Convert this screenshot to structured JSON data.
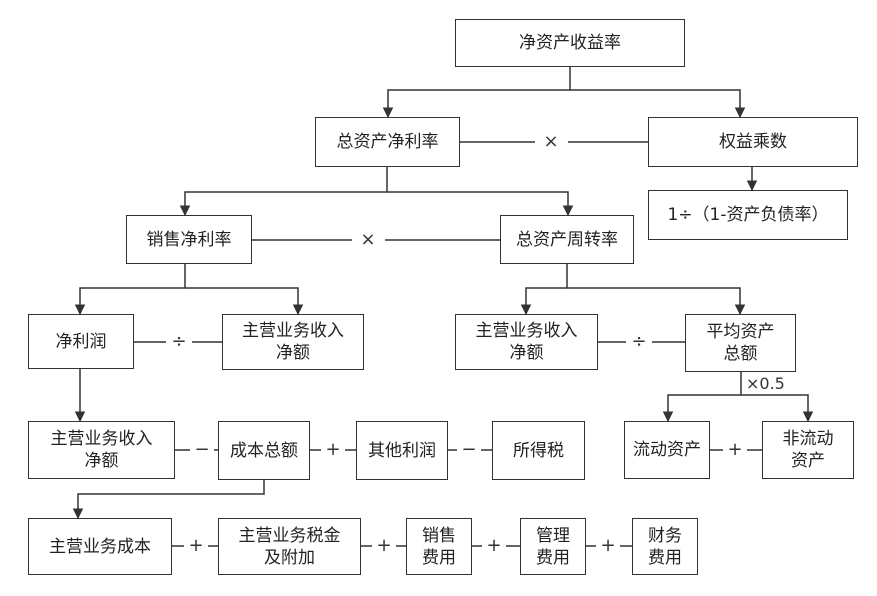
{
  "nodes": {
    "roe": "净资产收益率",
    "roa": "总资产净利率",
    "equity_multiplier": "权益乘数",
    "equity_formula": "1÷（1-资产负债率）",
    "net_margin": "销售净利率",
    "asset_turnover": "总资产周转率",
    "net_profit": "净利润",
    "net_revenue_a": "主营业务收入\n净额",
    "net_revenue_b": "主营业务收入\n净额",
    "avg_total_assets": "平均资产\n总额",
    "net_revenue_c": "主营业务收入\n净额",
    "total_cost": "成本总额",
    "other_profit": "其他利润",
    "income_tax": "所得税",
    "current_assets": "流动资产",
    "noncurrent_assets": "非流动\n资产",
    "main_cost": "主营业务成本",
    "tax_surcharge": "主营业务税金\n及附加",
    "selling_expense": "销售\n费用",
    "admin_expense": "管理\n费用",
    "financial_expense": "财务\n费用"
  },
  "operators": {
    "times": "×",
    "divide": "÷",
    "minus": "−",
    "plus": "+",
    "half": "×0.5"
  }
}
